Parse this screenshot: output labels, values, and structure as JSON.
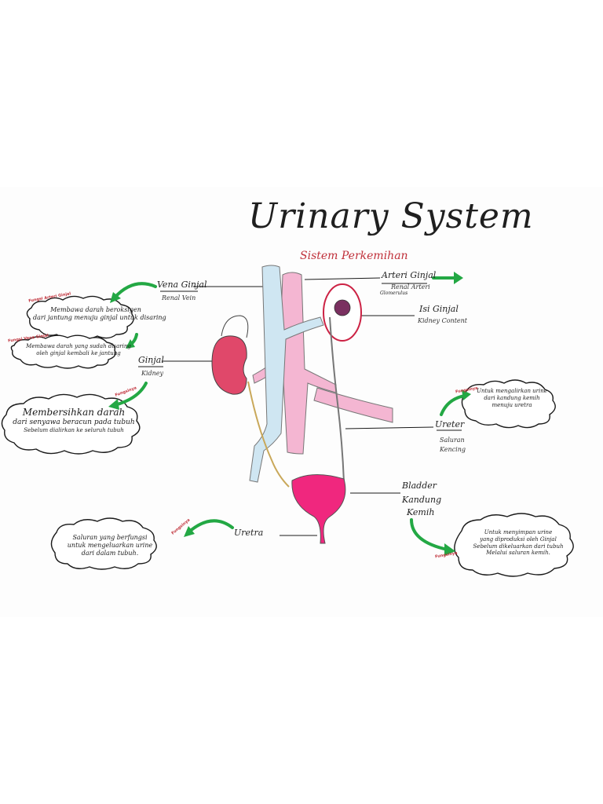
{
  "title": "Urinary System",
  "subtitle": "Sistem Perkemihan",
  "labels": {
    "vena_ginjal": "Vena Ginjal",
    "renal_vein": "Renal Vein",
    "arteri_ginjal": "Arteri Ginjal",
    "renal_arteri": "Renal Arteri",
    "glomerulus": "Glomerulus",
    "isi_ginjal": "Isi Ginjal",
    "kidney_content": "Kidney Content",
    "ginjal": "Ginjal",
    "kidney": "Kidney",
    "ureter": "Ureter",
    "saluran": "Saluran",
    "kencing": "Kencing",
    "bladder": "Bladder",
    "kandung": "Kandung",
    "kemih": "Kemih",
    "uretra": "Uretra"
  },
  "tags": {
    "fungsi_arteri": "Fungsi Arteri Ginjal",
    "fungsi_vena": "Fungsi Vena Ginjal",
    "fungsi_ginjal": "Fungsinya",
    "fungsi_ureter": "Fungsinya",
    "fungsi_uretra": "Fungsinya",
    "fungsi_bladder": "Fungsinya"
  },
  "clouds": {
    "arteri": {
      "line1": "Membawa darah beroksigen",
      "line2": "dari jantung menuju ginjal untuk disaring"
    },
    "vena": {
      "line1": "Membawa darah yang sudah disaring",
      "line2": "oleh ginjal kembali ke jantung"
    },
    "ginjal": {
      "line1": "Membersihkan darah",
      "line2": "dari senyawa beracun pada tubuh",
      "line3": "Sebelum dialirkan ke seluruh tubuh"
    },
    "ureter": {
      "line1": "Untuk mengalirkan urine",
      "line2": "dari kandung kemih",
      "line3": "menuju uretra"
    },
    "uretra": {
      "line1": "Saluran yang berfungsi",
      "line2": "untuk mengeluarkan urine",
      "line3": "dari dalam tubuh."
    },
    "bladder": {
      "line1": "Untuk menyimpan urine",
      "line2": "yang diproduksi oleh Ginjal",
      "line3": "Sebelum dikeluarkan dari tubuh",
      "line4": "Melalui saluran kemih."
    }
  },
  "colors": {
    "kidney": "#e0486a",
    "vein": "#cfe6f2",
    "artery": "#f4b6d2",
    "bladder": "#f0277e",
    "arrow": "#23a844",
    "tag": "#c0303a"
  }
}
